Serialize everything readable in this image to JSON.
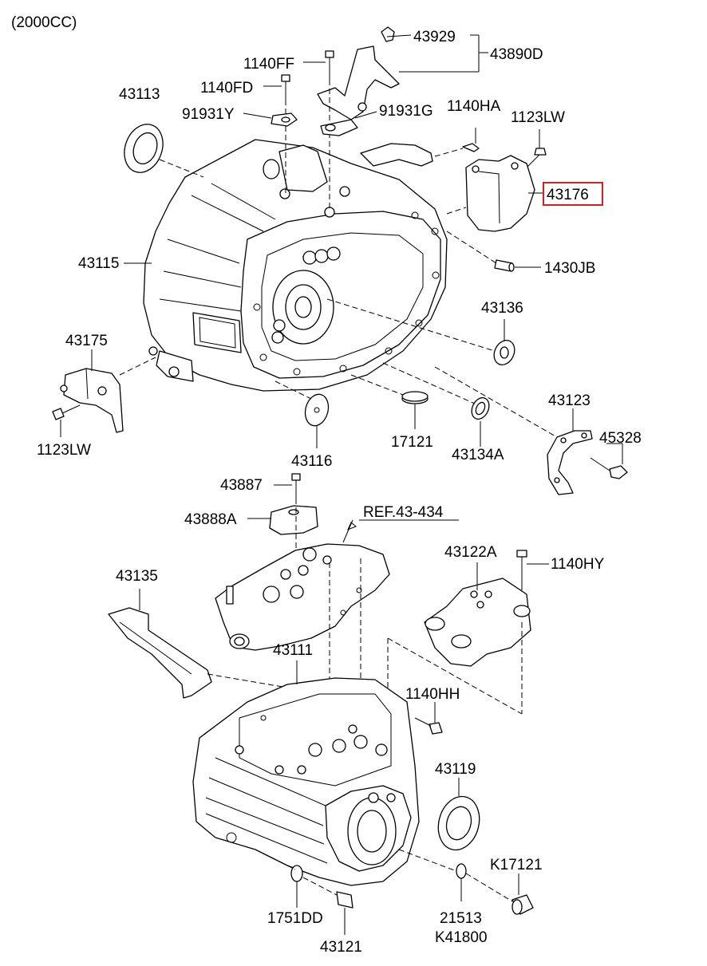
{
  "header": {
    "variant": "(2000CC)"
  },
  "highlight_color": "#d81e1e",
  "callouts": {
    "c43929": "43929",
    "c43890D": "43890D",
    "c1140FF": "1140FF",
    "c1140FD": "1140FD",
    "c43113": "43113",
    "c91931Y": "91931Y",
    "c91931G": "91931G",
    "c1140HA": "1140HA",
    "c1123LW_top": "1123LW",
    "c43176": "43176",
    "c43115": "43115",
    "c1430JB": "1430JB",
    "c43136": "43136",
    "c43175": "43175",
    "c43123": "43123",
    "c45328": "45328",
    "c1123LW_left": "1123LW",
    "c17121": "17121",
    "c43134A": "43134A",
    "c43116": "43116",
    "c43887": "43887",
    "c43888A": "43888A",
    "cREF": "REF.43-434",
    "c43122A": "43122A",
    "c1140HY": "1140HY",
    "c43135": "43135",
    "c43111": "43111",
    "c1140HH": "1140HH",
    "c43119": "43119",
    "cK17121": "K17121",
    "c1751DD": "1751DD",
    "c21513": "21513",
    "cK41800": "K41800",
    "c43121": "43121"
  }
}
